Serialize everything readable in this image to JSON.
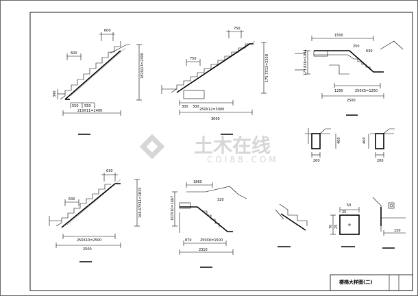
{
  "title_block": {
    "title": "楼梯大样图(二)"
  },
  "watermark": {
    "text_cn": "土木在线",
    "text_en": "COI88.COM"
  },
  "details": {
    "d1": {
      "dims": [
        "600",
        "600",
        "1820/13=2300",
        "300",
        "550",
        "550",
        "210X11=2400"
      ]
    },
    "d2": {
      "dims": [
        "750",
        "750",
        "175.7X13=2258",
        "300",
        "300",
        "250X12=3000",
        "3000"
      ]
    },
    "d3": {
      "dims": [
        "1500",
        "250",
        "630",
        "173.8X6=1044",
        "1250",
        "250X5=1250",
        "2500"
      ]
    },
    "d4": {
      "dims": [
        "400",
        "200"
      ]
    },
    "d5": {
      "dims": [
        "400",
        "200"
      ]
    },
    "d6": {
      "dims": [
        "630",
        "630",
        "166.67X11=1833",
        "250X10=2500",
        "2500"
      ]
    },
    "d7": {
      "dims": [
        "1860",
        "320",
        "167X10=1667",
        "870",
        "250X6=1500",
        "2310"
      ]
    },
    "d8": {
      "dims": []
    },
    "d9": {
      "dims": [
        "50",
        "25",
        "70",
        "25"
      ]
    },
    "d10": {
      "dims": [
        "150"
      ]
    }
  }
}
